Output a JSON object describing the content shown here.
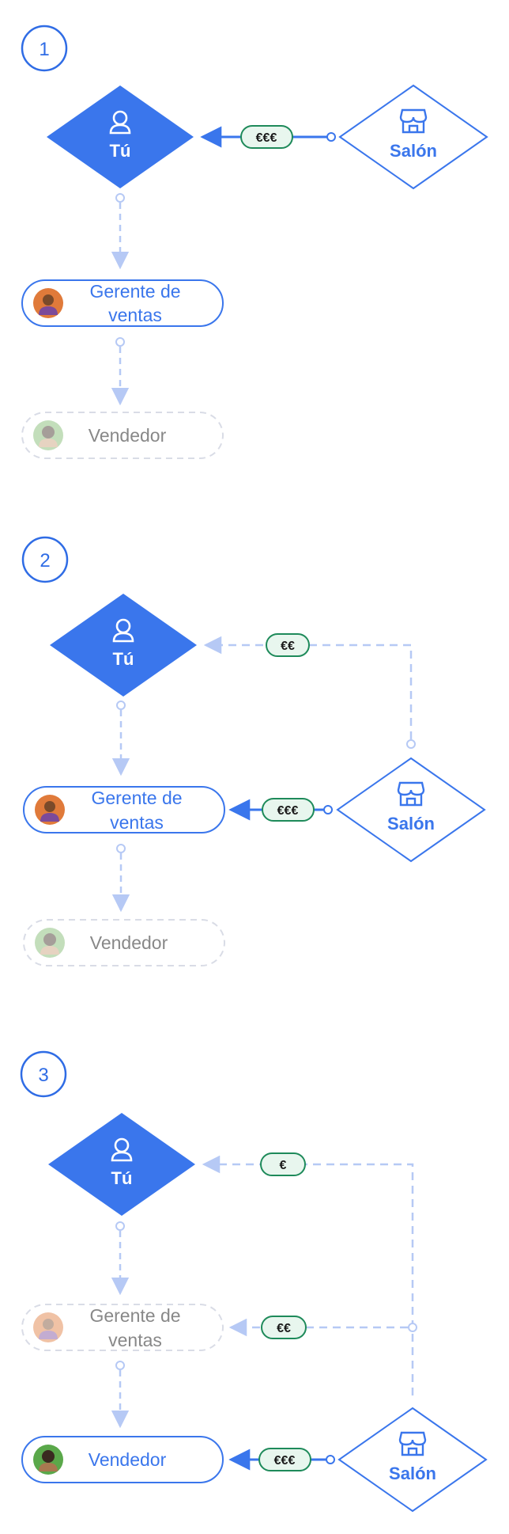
{
  "panels": [
    {
      "number": "1",
      "you": "Tú",
      "store": "Salón",
      "manager": {
        "line1": "Gerente de",
        "line2": "ventas"
      },
      "seller": "Vendedor",
      "money": {
        "to_you": "€€€"
      }
    },
    {
      "number": "2",
      "you": "Tú",
      "store": "Salón",
      "manager": {
        "line1": "Gerente de",
        "line2": "ventas"
      },
      "seller": "Vendedor",
      "money": {
        "to_you": "€€",
        "to_manager": "€€€"
      }
    },
    {
      "number": "3",
      "you": "Tú",
      "store": "Salón",
      "manager": {
        "line1": "Gerente de",
        "line2": "ventas"
      },
      "seller": "Vendedor",
      "money": {
        "to_you": "€",
        "to_manager": "€€",
        "to_seller": "€€€"
      }
    }
  ],
  "colors": {
    "accent": "#3a76ec",
    "accent_light": "#b6c9f5",
    "money_border": "#1e8a5a",
    "money_fill": "#e8f6ee",
    "faded_text": "#888888"
  }
}
